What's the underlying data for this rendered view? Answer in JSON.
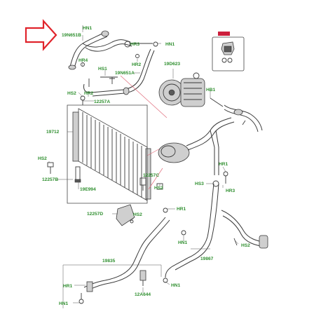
{
  "labels": {
    "hn1_top": "HN1",
    "part_19n651b": "19N651B",
    "hr3_top": "HR3",
    "hn1_right_top": "HN1",
    "hr4": "HR4",
    "hr2_top": "HR2",
    "hs1": "HS1",
    "part_19n651a": "19N651A",
    "part_19d623": "19D623",
    "hs2_left_top": "HS2",
    "hr2_mid": "HR2",
    "part_12257a": "12257A",
    "hb1": "HB1",
    "part_19712": "19712",
    "hs2_left": "HS2",
    "part_12257b": "12257B",
    "part_19e994": "19E994",
    "part_12257c": "12257C",
    "hs2_mid": "HS2",
    "hr1_right": "HR1",
    "hs3": "HS3",
    "hr3_right": "HR3",
    "part_12257d": "12257D",
    "hs2_lower": "HS2",
    "hr1_mid": "HR1",
    "hn1_mid": "HN1",
    "hs2_right": "HS2",
    "part_19867": "19867",
    "part_19835": "19835",
    "hr1_low": "HR1",
    "hn1_low_right": "HN1",
    "part_12a644": "12A644",
    "hn1_bottom": "HN1"
  },
  "colors": {
    "label_green": "#2f8f2f",
    "highlight_arrow": "#e0242c",
    "inset_tag": "#cc1f3c",
    "line": "#3a3a3a"
  },
  "icons": [
    "red-arrow-icon",
    "sensor-icon"
  ]
}
